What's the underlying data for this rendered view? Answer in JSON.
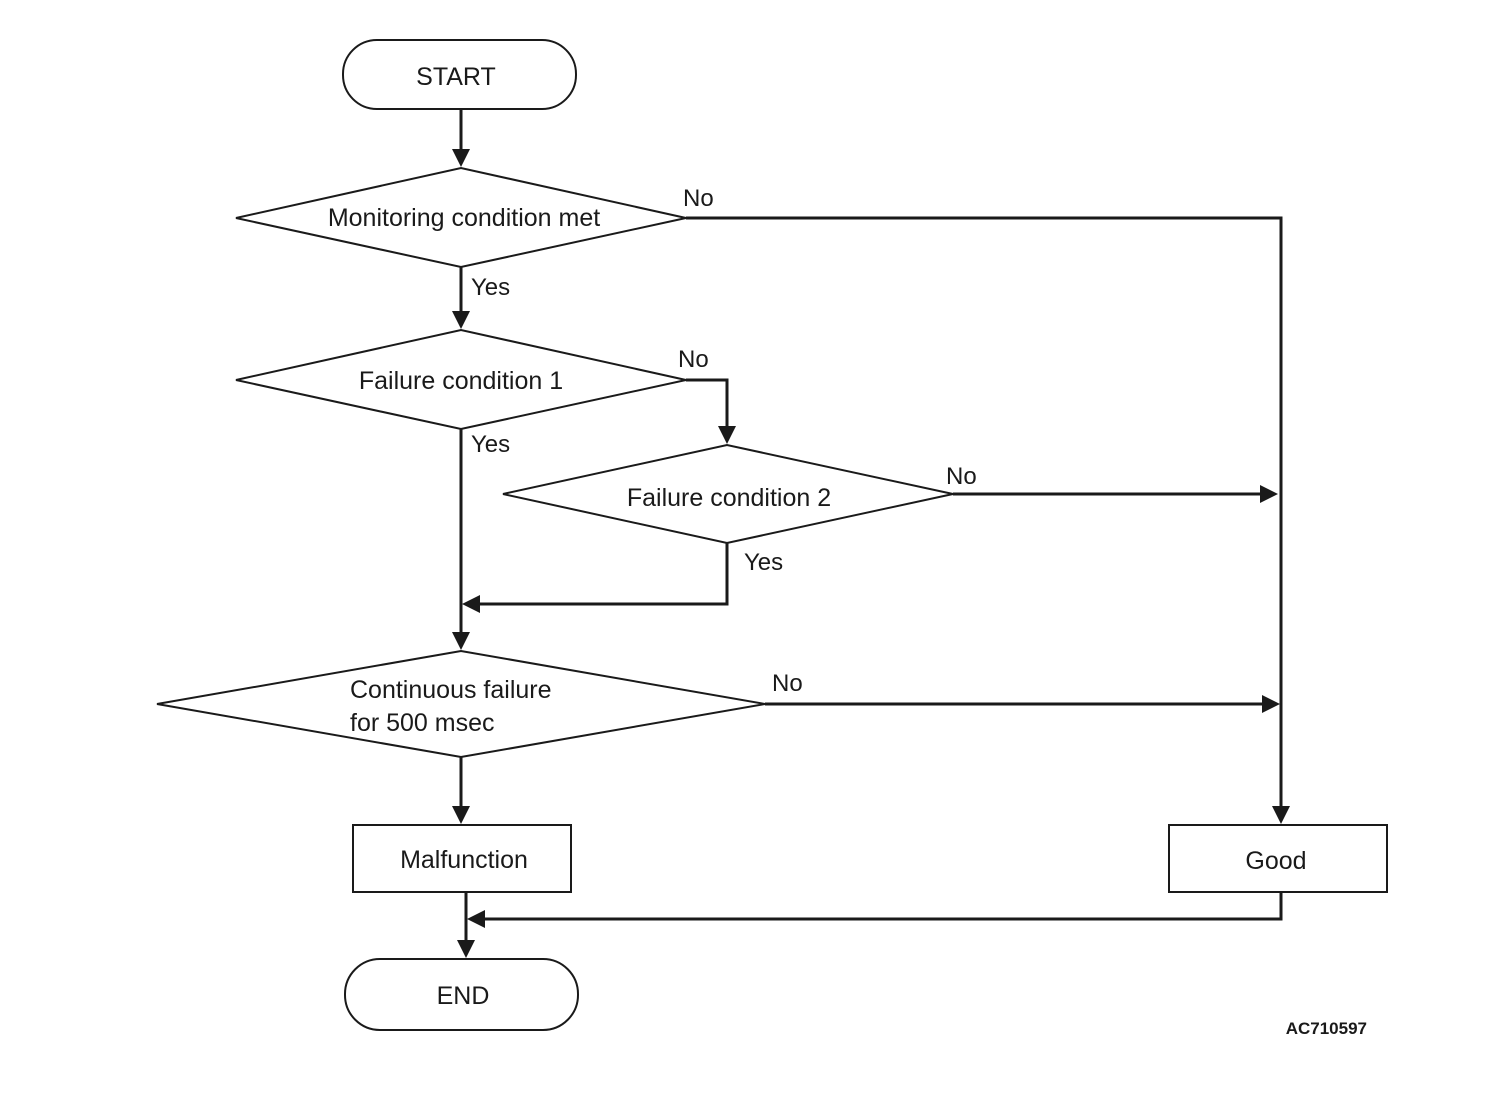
{
  "nodes": {
    "start": "START",
    "monitoring": "Monitoring condition met",
    "failure1": "Failure condition 1",
    "failure2": "Failure condition 2",
    "continuous_line1": "Continuous failure",
    "continuous_line2": "for 500 msec",
    "malfunction": "Malfunction",
    "good": "Good",
    "end": "END"
  },
  "branches": {
    "yes": "Yes",
    "no": "No"
  },
  "figure_code": "AC710597"
}
